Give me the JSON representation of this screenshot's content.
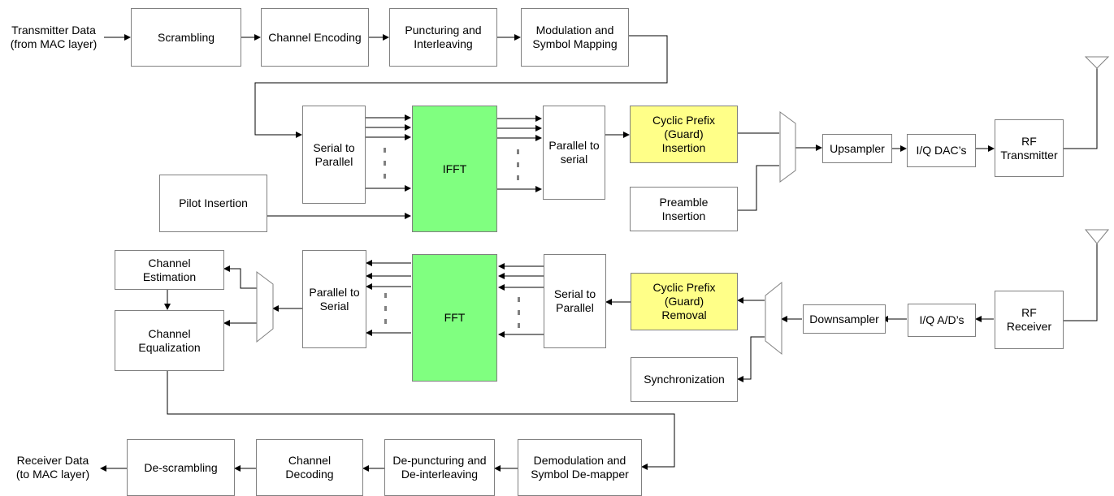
{
  "colors": {
    "fft": "#80ff80",
    "cp": "#ffff88",
    "border": "#808080",
    "wire": "#000000"
  },
  "transmitter": {
    "input_label": "Transmitter Data\n(from MAC layer)",
    "scrambling": "Scrambling",
    "channel_encoding": "Channel Encoding",
    "puncturing": "Puncturing and\nInterleaving",
    "modulation": "Modulation and\nSymbol Mapping",
    "serial_to_parallel": "Serial to\nParallel",
    "pilot_insertion": "Pilot Insertion",
    "ifft": "IFFT",
    "parallel_to_serial": "Parallel to\nserial",
    "cp_insertion": "Cyclic Prefix\n(Guard)\nInsertion",
    "preamble_insertion": "Preamble\nInsertion",
    "upsampler": "Upsampler",
    "dac": "I/Q DAC’s",
    "rf_transmitter": "RF\nTransmitter"
  },
  "receiver": {
    "channel_estimation": "Channel\nEstimation",
    "channel_equalization": "Channel\nEqualization",
    "parallel_to_serial": "Parallel to\nSerial",
    "fft": "FFT",
    "serial_to_parallel": "Serial to\nParallel",
    "cp_removal": "Cyclic Prefix\n(Guard)\nRemoval",
    "downsampler": "Downsampler",
    "adc": "I/Q A/D’s",
    "rf_receiver": "RF\nReceiver",
    "synchronization": "Synchronization",
    "output_label": "Receiver Data\n(to MAC layer)",
    "descrambling": "De-scrambling",
    "channel_decoding": "Channel\nDecoding",
    "depuncturing": "De-puncturing and\nDe-interleaving",
    "demodulation": "Demodulation and\nSymbol De-mapper"
  }
}
